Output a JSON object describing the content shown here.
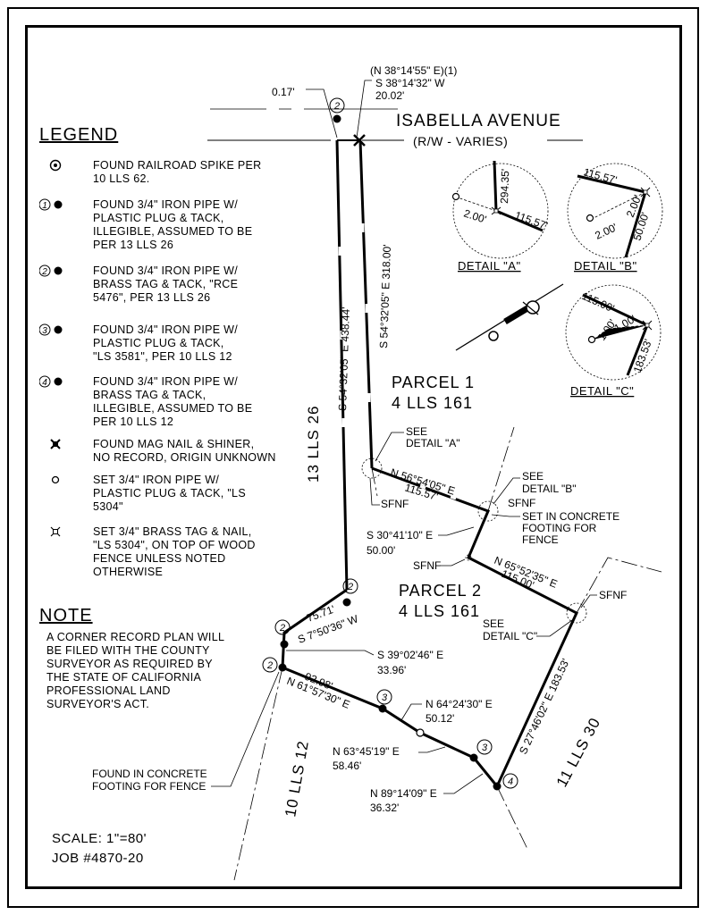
{
  "legend": {
    "title": "LEGEND",
    "items": [
      {
        "symbol": "spike",
        "text": "FOUND RAILROAD SPIKE PER\n10 LLS 62."
      },
      {
        "symbol": "pipe-1",
        "marker": "1",
        "text": "FOUND 3/4\" IRON PIPE W/\nPLASTIC PLUG & TACK,\nILLEGIBLE, ASSUMED TO BE\nPER 13 LLS 26"
      },
      {
        "symbol": "pipe-2",
        "marker": "2",
        "text": "FOUND 3/4\" IRON PIPE W/\nBRASS TAG & TACK, \"RCE\n5476\", PER 13 LLS 26"
      },
      {
        "symbol": "pipe-3",
        "marker": "3",
        "text": "FOUND 3/4\" IRON PIPE W/\nPLASTIC PLUG & TACK,\n\"LS 3581\", PER 10 LLS 12"
      },
      {
        "symbol": "pipe-4",
        "marker": "4",
        "text": "FOUND 3/4\" IRON PIPE W/\nBRASS TAG & TACK,\nILLEGIBLE, ASSUMED TO BE\nPER 10 LLS 12"
      },
      {
        "symbol": "mag-nail",
        "text": "FOUND MAG NAIL & SHINER,\nNO RECORD, ORIGIN UNKNOWN"
      },
      {
        "symbol": "set-pipe",
        "text": "SET 3/4\" IRON PIPE W/\nPLASTIC PLUG & TACK, \"LS\n5304\""
      },
      {
        "symbol": "brass-tag",
        "text": "SET 3/4\" BRASS TAG & NAIL,\n\"LS 5304\", ON TOP OF WOOD\nFENCE UNLESS NOTED\nOTHERWISE"
      }
    ]
  },
  "note": {
    "title": "NOTE",
    "text": "A CORNER RECORD PLAN WILL\nBE FILED WITH THE COUNTY\nSURVEYOR AS REQUIRED BY\nTHE STATE OF CALIFORNIA\nPROFESSIONAL LAND\nSURVEYOR'S ACT."
  },
  "footer": {
    "scale": "SCALE: 1\"=80'",
    "job": "JOB #4870-20"
  },
  "street": {
    "name": "ISABELLA AVENUE",
    "row": "(R/W - VARIES)"
  },
  "top_calls": {
    "record": "(N 38°14'55\" E)(1)",
    "bearing": "S 38°14'32\" W",
    "distance": "20.02'",
    "offset": "0.17'"
  },
  "parcels": [
    {
      "name": "PARCEL 1",
      "ref": "4 LLS 161"
    },
    {
      "name": "PARCEL 2",
      "ref": "4 LLS 161"
    }
  ],
  "adjoining": {
    "west": "13 LLS 26",
    "southwest": "10 LLS 12",
    "east": "11 LLS 30"
  },
  "calls": {
    "west_long": "S 54°32'05\" E   438.44'",
    "east_long": "S 54°32'05\" E   318.00'",
    "p1_south": "N 56°54'05\" E",
    "p1_south_dist": "115.57'",
    "p1_east": "S 30°41'10\" E",
    "p1_east_dist": "50.00'",
    "p2_north": "N 65°52'35\" E",
    "p2_north_dist": "115.00'",
    "p2_east": "S 27°46'02\" E   183.53'",
    "w1_dist": "75.71'",
    "w1_bearing": "S 7°50'36\" W",
    "w2": "S 39°02'46\" E",
    "w2_dist": "33.96'",
    "s1_dist": "92.98'",
    "s1_bearing": "N 61°57'30\" E",
    "s2": "N 64°24'30\" E",
    "s2_dist": "50.12'",
    "s3": "N 63°45'19\" E",
    "s3_dist": "58.46'",
    "s4": "N 89°14'09\" E",
    "s4_dist": "36.32'"
  },
  "labels": {
    "see_a_1": "SEE",
    "see_a_2": "DETAIL \"A\"",
    "see_b_1": "SEE",
    "see_b_2": "DETAIL \"B\"",
    "see_c_1": "SEE",
    "see_c_2": "DETAIL \"C\"",
    "sfnf": "SFNF",
    "set_concrete_1": "SET IN CONCRETE",
    "set_concrete_2": "FOOTING FOR",
    "set_concrete_3": "FENCE",
    "found_concrete_1": "FOUND IN CONCRETE",
    "found_concrete_2": "FOOTING FOR FENCE"
  },
  "details": [
    {
      "title": "DETAIL \"A\"",
      "d1": "294.35'",
      "d2": "115.57'",
      "d3": "2.00'"
    },
    {
      "title": "DETAIL \"B\"",
      "d1": "115.57'",
      "d2": "2.00'",
      "d3": "50.00'",
      "d4": "2.00'"
    },
    {
      "title": "DETAIL \"C\"",
      "d1": "115.00'",
      "d2": "1.00'",
      "d3": "1.00'",
      "d4": "183.53'"
    }
  ],
  "markers": {
    "one": "1",
    "two": "2",
    "three": "3",
    "four": "4"
  }
}
